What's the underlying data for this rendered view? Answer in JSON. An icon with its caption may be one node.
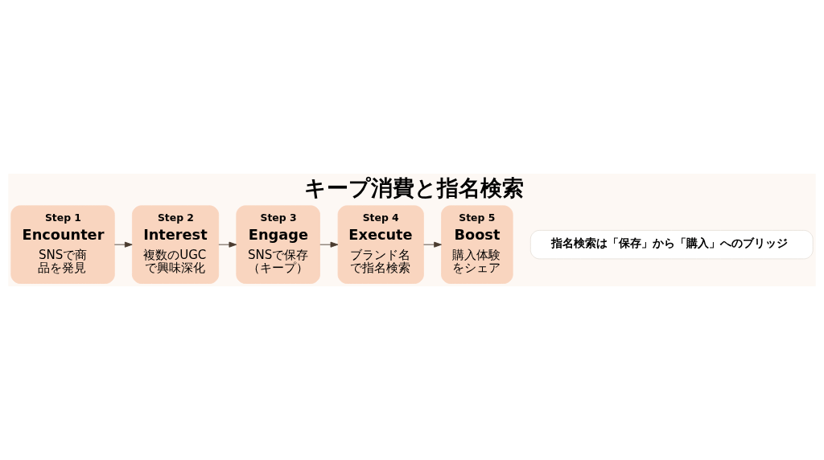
{
  "diagram": {
    "title": "キープ消費と指名検索",
    "nodes": [
      {
        "text": [
          "Step 1",
          "Encounter",
          "SNSで商品を発見"
        ]
      },
      {
        "text": [
          "Step 2",
          "Interest",
          "複数のUGCで興味深化"
        ]
      },
      {
        "text": [
          "Step 3",
          "Engage",
          "SNSで保存（キープ）"
        ]
      },
      {
        "text": [
          "Step 4",
          "Execute",
          "ブランド名で指名検索"
        ]
      },
      {
        "text": [
          "Step 5",
          "Boost",
          "購入体験をシェア"
        ]
      },
      {
        "text": [
          "指名検索は「保存」から「購入」へのブリッジ"
        ]
      }
    ],
    "edges": [
      {
        "from": 0,
        "to": 1,
        "arrow": "to"
      },
      {
        "from": 1,
        "to": 2,
        "arrow": "to"
      },
      {
        "from": 2,
        "to": 3,
        "arrow": "to"
      },
      {
        "from": 3,
        "to": 4,
        "arrow": "to"
      }
    ]
  }
}
